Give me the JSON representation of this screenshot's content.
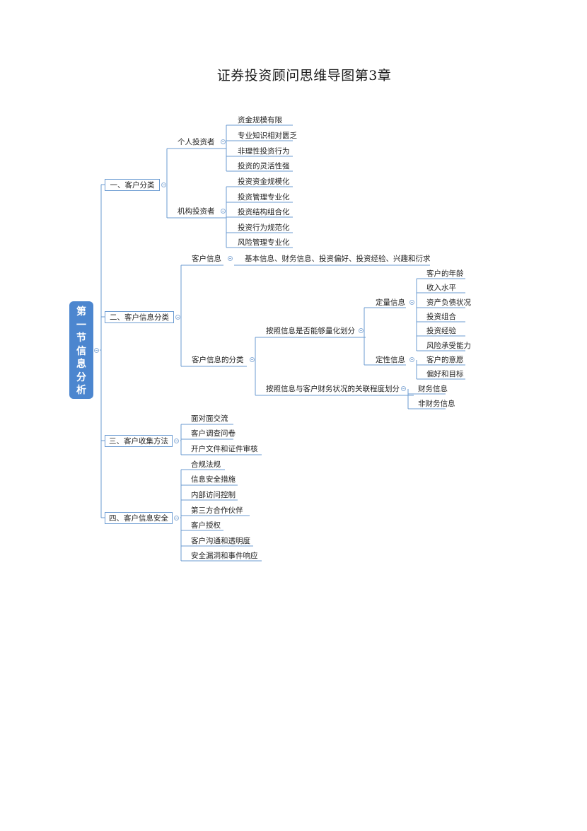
{
  "title": "证券投资顾问思维导图第3章",
  "root": [
    "第",
    "一",
    "节",
    "信",
    "息",
    "分",
    "析"
  ],
  "branches": [
    {
      "label": "一、客户分类",
      "children": [
        {
          "label": "个人投资者",
          "items": [
            "资金规模有限",
            "专业知识相对匮乏",
            "非理性投资行为",
            "投资的灵活性强"
          ]
        },
        {
          "label": "机构投资者",
          "items": [
            "投资资金规模化",
            "投资管理专业化",
            "投资结构组合化",
            "投资行为规范化",
            "风险管理专业化"
          ]
        }
      ]
    },
    {
      "label": "二、客户信息分类",
      "children": [
        {
          "label": "客户信息",
          "items": [
            "基本信息、财务信息、投资偏好、投资经验、兴趣和衍求"
          ]
        },
        {
          "label": "客户信息的分类",
          "children": [
            {
              "label": "按照信息是否能够量化划分",
              "children": [
                {
                  "label": "定量信息",
                  "items": [
                    "客户的年龄",
                    "收入水平",
                    "资产负债状况",
                    "投资组合",
                    "投资经验",
                    "风险承受能力"
                  ]
                },
                {
                  "label": "定性信息",
                  "items": [
                    "客户的意愿",
                    "偏好和目标"
                  ]
                }
              ]
            },
            {
              "label": "按照信息与客户财务状况的关联程度划分",
              "items": [
                "财务信息",
                "非财务信息"
              ]
            }
          ]
        }
      ]
    },
    {
      "label": "三、客户收集方法",
      "items": [
        "面对面交流",
        "客户调查问卷",
        "开户文件和证件审核"
      ]
    },
    {
      "label": "四、客户信息安全",
      "items": [
        "合规法规",
        "信息安全措施",
        "内部访问控制",
        "第三方合作伙伴",
        "客户授权",
        "客户沟通和透明度",
        "安全漏洞和事件响应"
      ]
    }
  ]
}
